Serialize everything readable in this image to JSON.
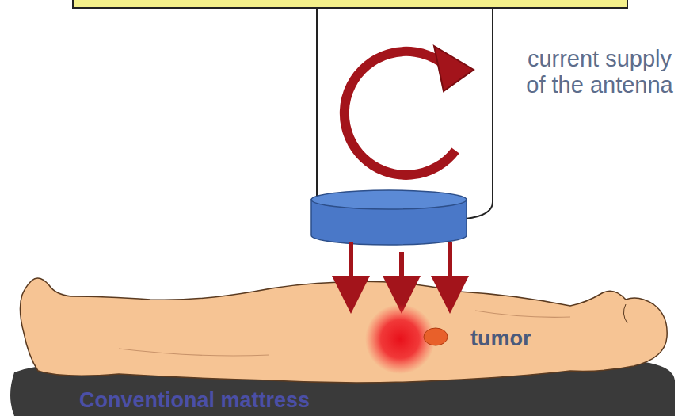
{
  "diagram": {
    "labels": [
      "current supply of the antenna",
      "tumor",
      "Conventional mattress"
    ]
  }
}
